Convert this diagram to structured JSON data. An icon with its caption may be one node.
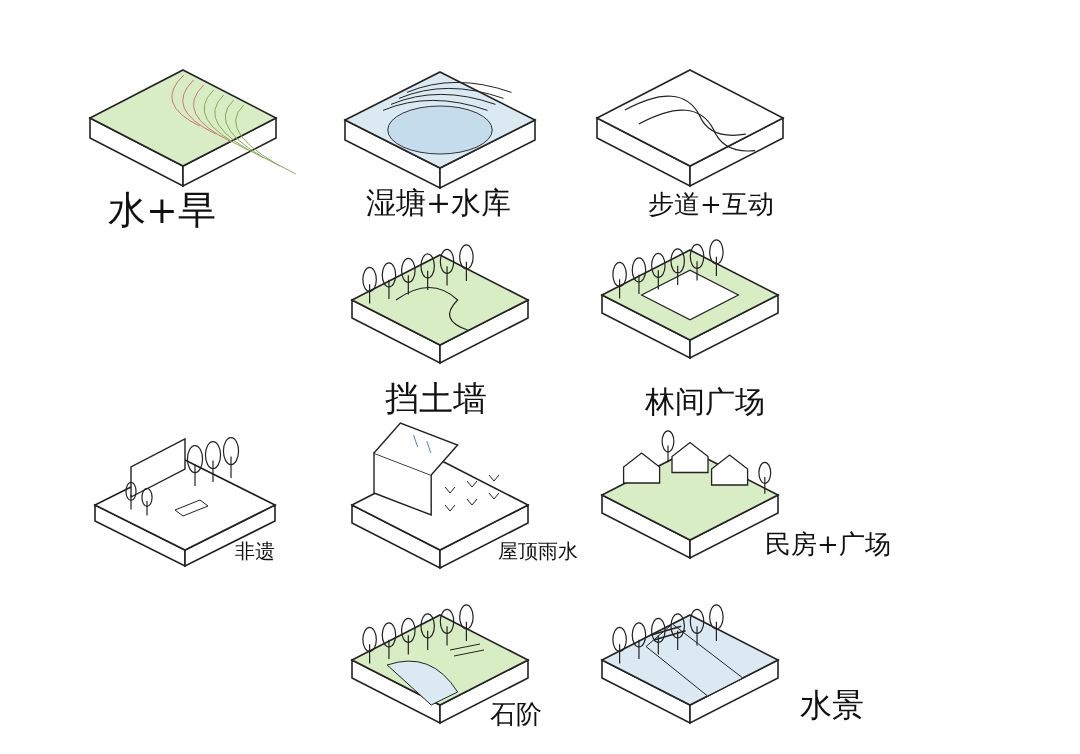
{
  "diagram": {
    "labels": [
      "水+旱",
      "湿塘+水库",
      "步道+互动",
      "挡土墙",
      "林间广场",
      "非遗",
      "屋顶雨水",
      "民房+广场",
      "石阶",
      "水景"
    ]
  }
}
